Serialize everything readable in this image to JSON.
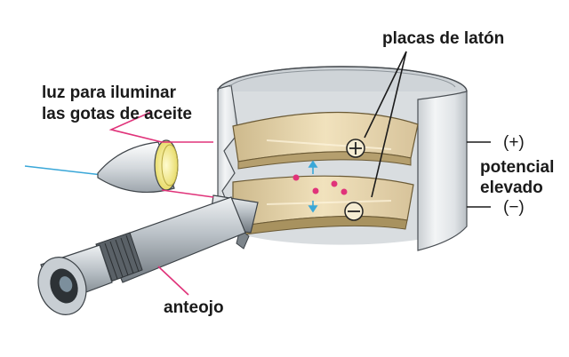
{
  "labels": {
    "plates": "placas de latón",
    "light_line1": "luz para iluminar",
    "light_line2": "las gotas de aceite",
    "plus_terminal": "(+)",
    "minus_terminal": "(−)",
    "potential_line1": "potencial",
    "potential_line2": "elevado",
    "eyepiece": "anteojo"
  },
  "colors": {
    "leader_line": "#e0337a",
    "light_beam": "#3aa7d8",
    "oil_drop": "#e0337a",
    "cylinder_wall": "#dfe3e6",
    "plate_face": "#e6d3a8",
    "telescope_metal": "#b5bcc2",
    "lamp_lens": "#f4ef9a"
  },
  "icons": {
    "positive_plate": "plus-sign",
    "negative_plate": "minus-sign",
    "drop_motion": "up-down-arrow"
  }
}
